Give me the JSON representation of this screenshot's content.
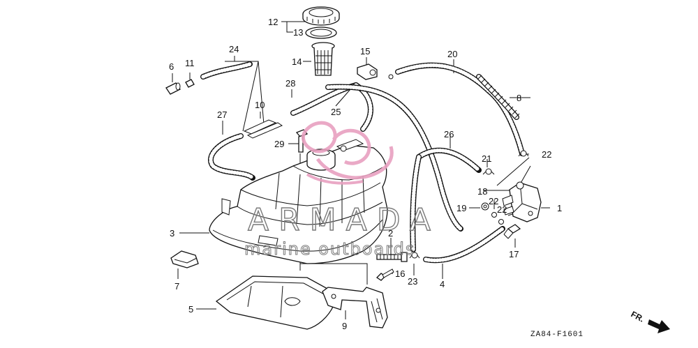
{
  "labels": {
    "p1": "1",
    "p2": "2",
    "p3": "3",
    "p4": "4",
    "p5": "5",
    "p6": "6",
    "p7": "7",
    "p8": "8",
    "p9": "9",
    "p10": "10",
    "p11": "11",
    "p12": "12",
    "p13": "13",
    "p14": "14",
    "p15": "15",
    "p16": "16",
    "p17": "17",
    "p18": "18",
    "p19": "19",
    "p20": "20",
    "p21": "21",
    "p22a": "22",
    "p22b": "22",
    "p22c": "22",
    "p23": "23",
    "p24": "24",
    "p25": "25",
    "p26": "26",
    "p27": "27",
    "p28": "28",
    "p29": "29"
  },
  "watermark": {
    "title": "ARMADA",
    "subtitle": "marine outbоards"
  },
  "diagram_code": "ZA84-F1601",
  "front_marker": "FR.",
  "colors": {
    "watermark_logo": "#e8a0c0",
    "watermark_text": "#7a7a7a",
    "line": "#111111"
  }
}
